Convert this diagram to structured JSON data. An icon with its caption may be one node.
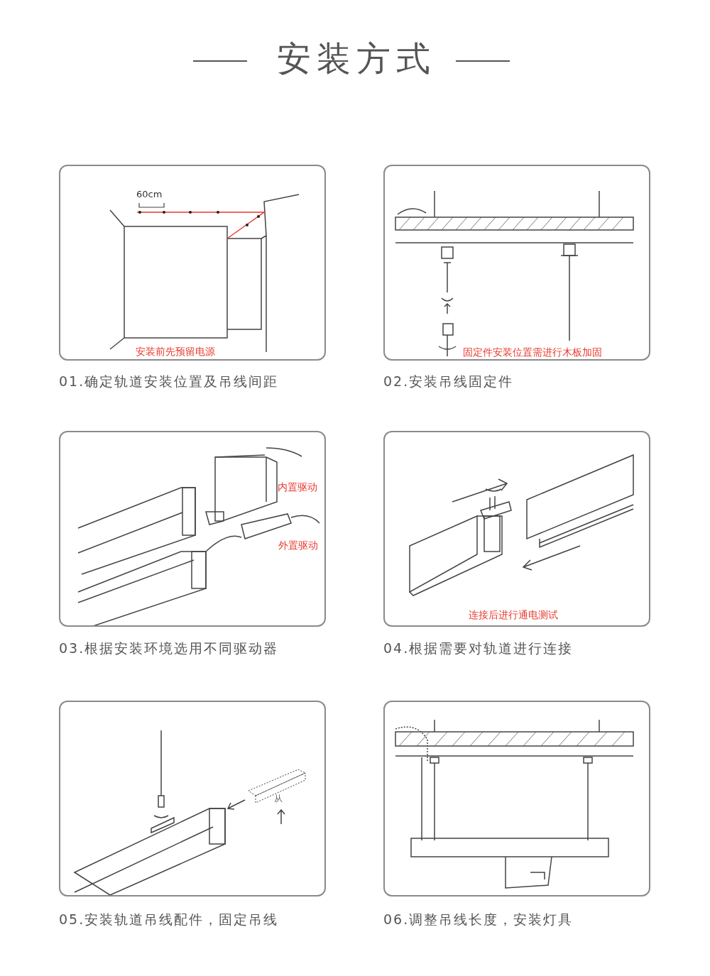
{
  "diagram": {
    "title": "安装方式",
    "nodes": [
      {
        "text": [
          "安装前先预留电源"
        ],
        "beside": [
          "01.确定轨道安装位置及吊线间距"
        ]
      },
      {
        "text": [
          "固定件安装位置需进行木板加固"
        ],
        "beside": [
          "02.安装吊线固定件"
        ]
      },
      {
        "text": [
          "内置驱动",
          "外置驱动"
        ],
        "beside": [
          "03.根据安装环境选用不同驱动器"
        ]
      },
      {
        "text": [
          "连接后进行通电测试"
        ],
        "beside": [
          "04.根据需要对轨道进行连接"
        ]
      },
      {
        "text": [],
        "shape": "box",
        "beside": [
          "05.安装轨道吊线配件，固定吊线"
        ]
      },
      {
        "text": [],
        "shape": "box",
        "beside": [
          "06.调整吊线长度，安装灯具"
        ]
      }
    ],
    "labels": [
      "60cm",
      "从"
    ]
  }
}
